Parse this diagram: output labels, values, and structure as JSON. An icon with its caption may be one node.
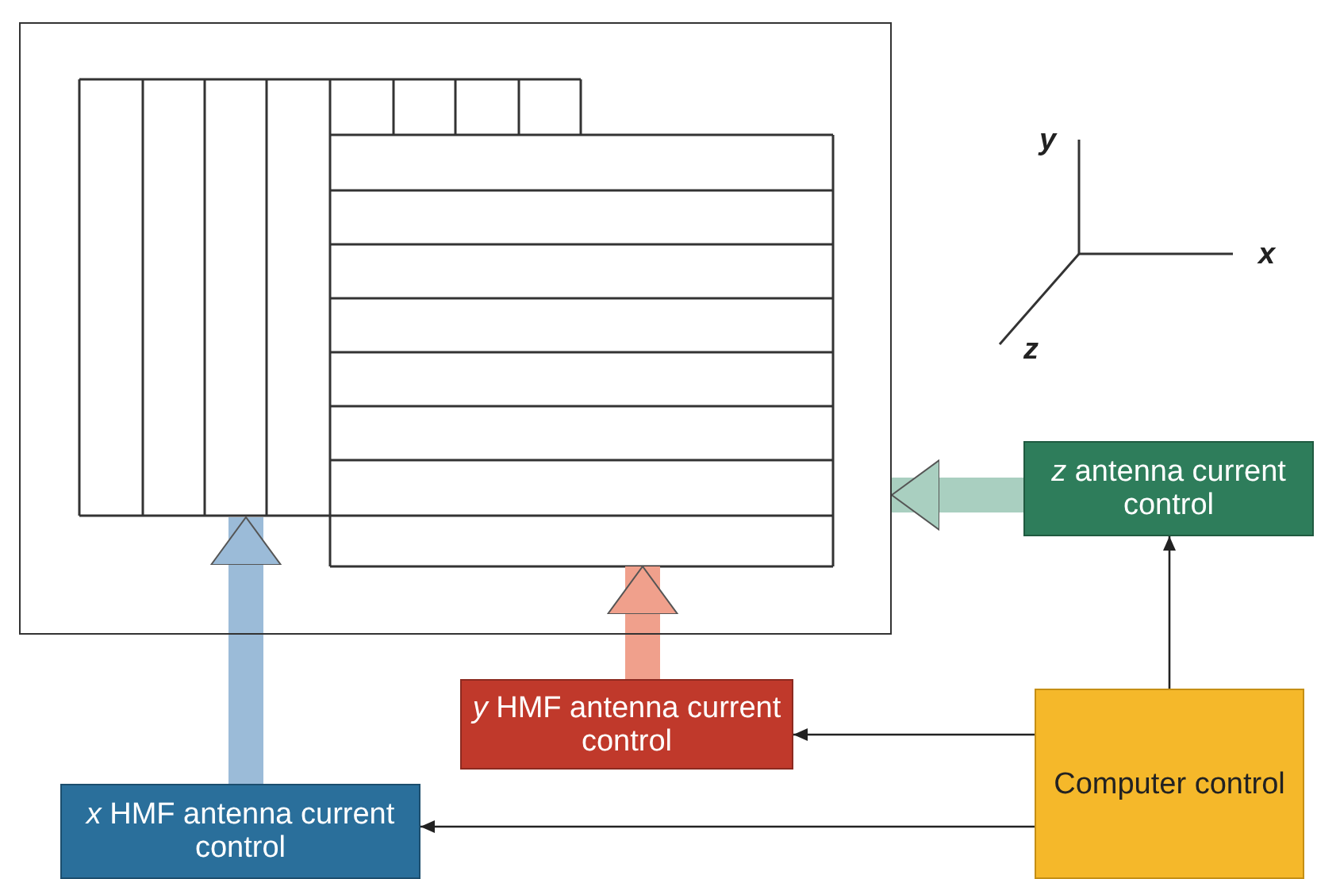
{
  "diagram": {
    "nodes": [
      {
        "text": [],
        "shape": "box"
      },
      {
        "text": [
          "*x* HMF antenna current control"
        ]
      },
      {
        "text": [
          "*y* HMF antenna current control"
        ]
      },
      {
        "text": [
          "*z* antenna current control"
        ]
      },
      {
        "text": [
          "Computer control"
        ]
      }
    ],
    "edges": [
      {
        "from": 1,
        "to": 0,
        "arrow": "to",
        "style": "thick",
        "color": "#9bbbd8"
      },
      {
        "from": 2,
        "to": 0,
        "arrow": "to",
        "style": "thick",
        "color": "#f0a08c"
      },
      {
        "from": 3,
        "to": 0,
        "arrow": "to",
        "style": "thick",
        "color": "#a9cfc0"
      },
      {
        "from": 4,
        "to": 2,
        "arrow": "to"
      },
      {
        "from": 4,
        "to": 1,
        "arrow": "to"
      },
      {
        "from": 4,
        "to": 3,
        "arrow": "to"
      }
    ],
    "labels": [
      "y",
      "x",
      "z"
    ]
  }
}
